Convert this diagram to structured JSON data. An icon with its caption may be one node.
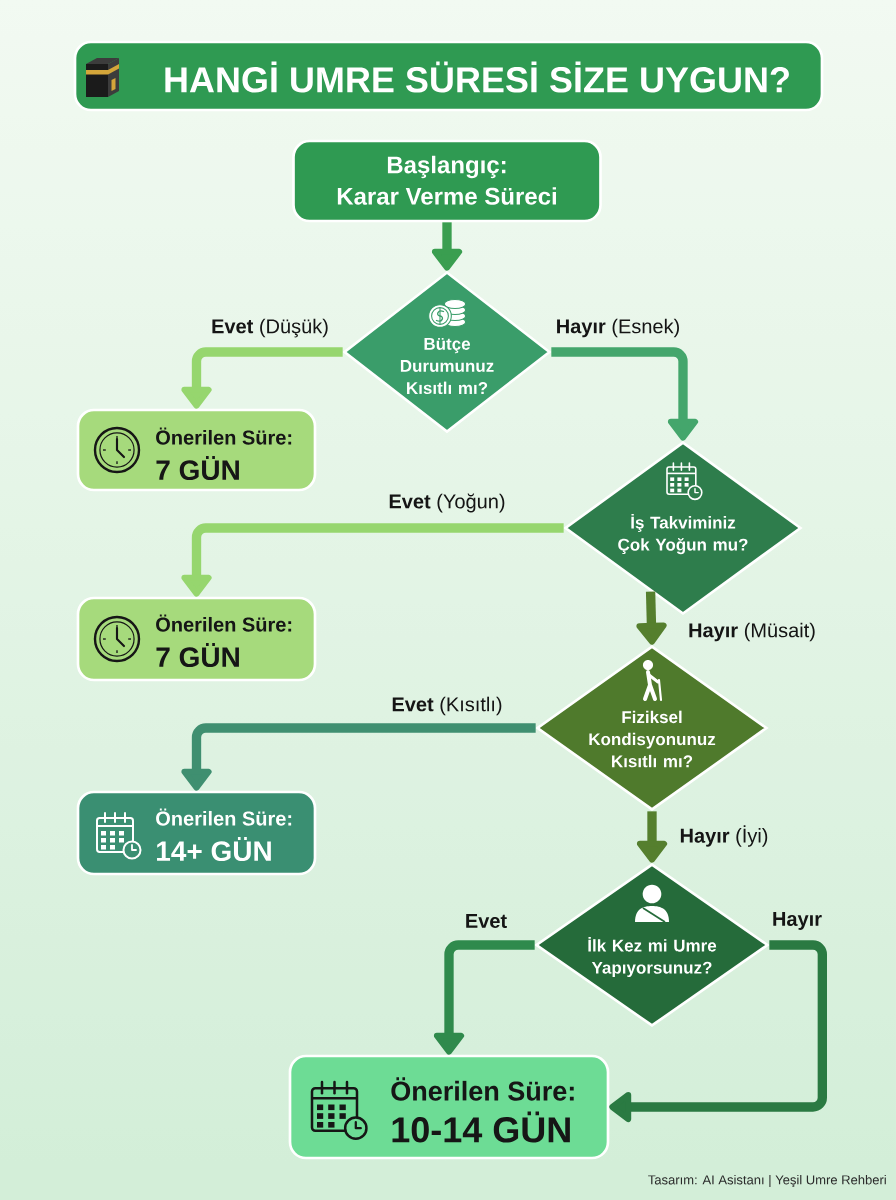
{
  "diagram": {
    "title": "HANGİ UMRE SÜRESİ SİZE UYGUN?",
    "nodes": [
      {
        "text": [
          "Başlangıç:",
          "Karar Verme Süreci"
        ]
      },
      {
        "text": [
          "Bütçe Durumunuz Kısıtlı mı?"
        ]
      },
      {
        "text": [
          "Önerilen Süre:",
          "7 GÜN"
        ]
      },
      {
        "text": [
          "İş Takviminiz Çok Yoğun mu?"
        ]
      },
      {
        "text": [
          "Önerilen Süre:",
          "7 GÜN"
        ]
      },
      {
        "text": [
          "Fiziksel Kondisyonunuz Kısıtlı mı?"
        ]
      },
      {
        "text": [
          "Önerilen Süre:",
          "14+ GÜN"
        ]
      },
      {
        "text": [
          "İlk Kez mi Umre Yapıyorsunuz?"
        ]
      },
      {
        "text": [
          "Önerilen Süre:",
          "10-14 GÜN"
        ]
      }
    ],
    "edges": [
      {
        "from": 0,
        "to": 1,
        "arrow": "to",
        "color": "#3a9e50"
      },
      {
        "from": 1,
        "to": 2,
        "arrow": "to",
        "label": "**Evet** (Düşük)",
        "color": "#96d66e"
      },
      {
        "from": 1,
        "to": 3,
        "arrow": "to",
        "label": "**Hayır** (Esnek)",
        "color": "#44a66c"
      },
      {
        "from": 3,
        "to": 4,
        "arrow": "to",
        "label": "**Evet** (Yoğun)",
        "color": "#96d66e"
      },
      {
        "from": 3,
        "to": 5,
        "arrow": "to",
        "label": "**Hayır** (Müsait)",
        "color": "#557f2e"
      },
      {
        "from": 5,
        "to": 6,
        "arrow": "to",
        "label": "**Evet** (Kısıtlı)",
        "color": "#3f8f70"
      },
      {
        "from": 5,
        "to": 7,
        "arrow": "to",
        "label": "**Hayır** (İyi)",
        "color": "#557f2e"
      },
      {
        "from": 7,
        "to": 8,
        "arrow": "to",
        "label": "Evet",
        "color": "#2f8a4c"
      },
      {
        "from": 7,
        "to": 8,
        "arrow": "to",
        "label": "Hayır",
        "color": "#2a7a42"
      }
    ],
    "labels": [
      "Tasarım: AI Asistanı | Yeşil Umre Rehberi"
    ]
  }
}
